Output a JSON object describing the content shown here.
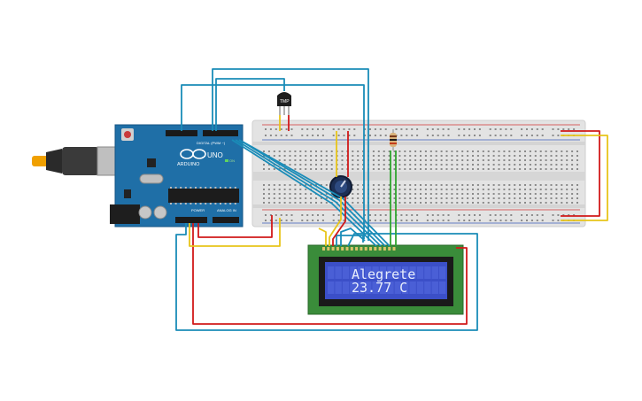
{
  "arduino": {
    "brand": "ARDUINO",
    "model": "UNO",
    "on_label": "ON",
    "digital_label": "DIGITAL (PWM ~)",
    "power_label": "POWER",
    "analog_label": "ANALOG IN",
    "board_color": "#1f6fa7"
  },
  "sensor": {
    "label": "TMP"
  },
  "lcd": {
    "line1": "Alegrete",
    "line2": "23.77 C",
    "screen_color": "#3b4fc8",
    "pcb_color": "#3a8c3a"
  },
  "wires": {
    "blue": "#1a8cb8",
    "red": "#d11a1a",
    "yellow": "#e8c51a",
    "green": "#2fa52f"
  }
}
